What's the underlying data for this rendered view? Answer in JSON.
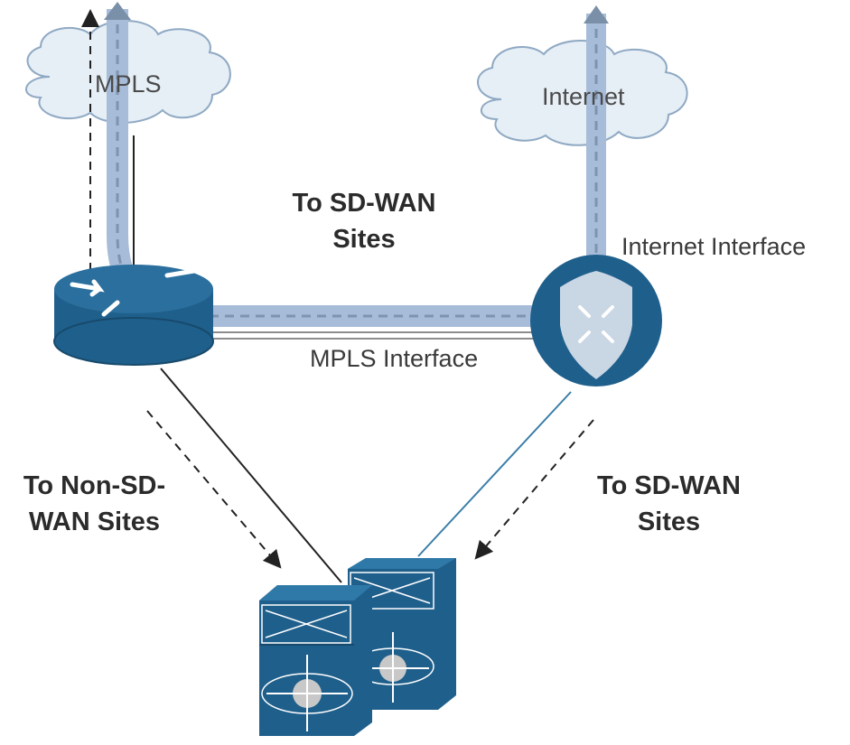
{
  "clouds": {
    "mpls": "MPLS",
    "internet": "Internet"
  },
  "labels": {
    "top_center": [
      "To SD-WAN",
      "Sites"
    ],
    "internet_interface": "Internet Interface",
    "mpls_interface": "MPLS Interface",
    "bottom_left": [
      "To Non-SD-",
      "WAN Sites"
    ],
    "bottom_right": [
      "To SD-WAN",
      "Sites"
    ]
  },
  "colors": {
    "device_blue": "#1f5f8b",
    "device_blue_dark": "#174a6c",
    "tunnel_fill": "#a7bcd8",
    "cloud_fill": "#e6eef6",
    "cloud_stroke": "#8fa9c3",
    "link_blue": "#3a7ea8",
    "line_dark": "#222222"
  }
}
